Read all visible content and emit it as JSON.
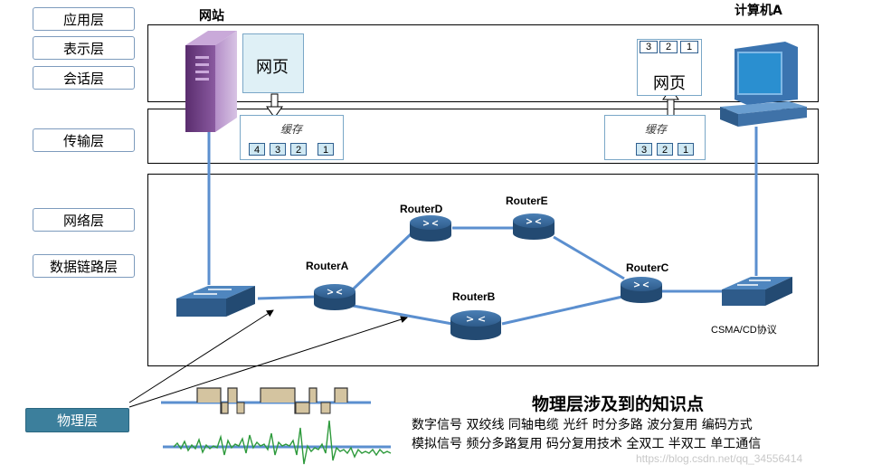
{
  "layers": {
    "application": "应用层",
    "presentation": "表示层",
    "session": "会话层",
    "transport": "传输层",
    "network": "网络层",
    "datalink": "数据链路层",
    "physical": "物理层"
  },
  "website": {
    "title": "网站",
    "page_label": "网页"
  },
  "computer": {
    "title": "计算机A",
    "page_label": "网页",
    "seq": [
      "3",
      "2",
      "1"
    ]
  },
  "left_cache": {
    "title": "缓存",
    "cells": [
      "4",
      "3",
      "2",
      "1"
    ]
  },
  "right_cache": {
    "title": "缓存",
    "cells": [
      "3",
      "2",
      "1"
    ]
  },
  "routers": {
    "a": "RouterA",
    "b": "RouterB",
    "c": "RouterC",
    "d": "RouterD",
    "e": "RouterE"
  },
  "csma_label": "CSMA/CD协议",
  "knowledge": {
    "title": "物理层涉及到的知识点",
    "line1": "数字信号   双绞线  同轴电缆  光纤   时分多路  波分复用  编码方式",
    "line2": "模拟信号   频分多路复用     码分复用技术   全双工  半双工  单工通信"
  },
  "watermark": "https://blog.csdn.net/qq_34556414",
  "colors": {
    "link": "#5b8fcf",
    "router": "#2e5b8a",
    "physical_button": "#3c7f9c"
  }
}
